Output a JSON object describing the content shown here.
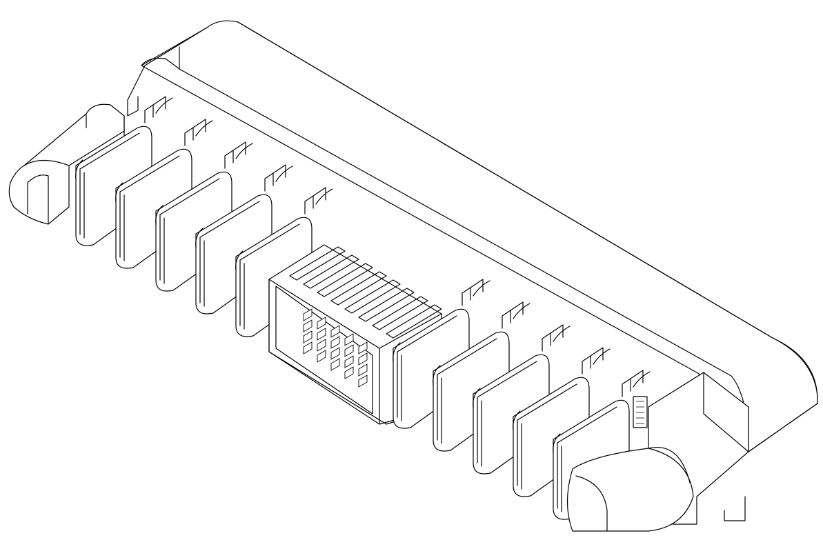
{
  "drawing": {
    "subject": "connector-housing-isometric",
    "line_color": "#000000",
    "background_color": "#ffffff"
  },
  "seal_fins": {
    "left_count": 5,
    "right_count": 5
  },
  "pin_grid": {
    "rows": 4,
    "columns": 5
  }
}
